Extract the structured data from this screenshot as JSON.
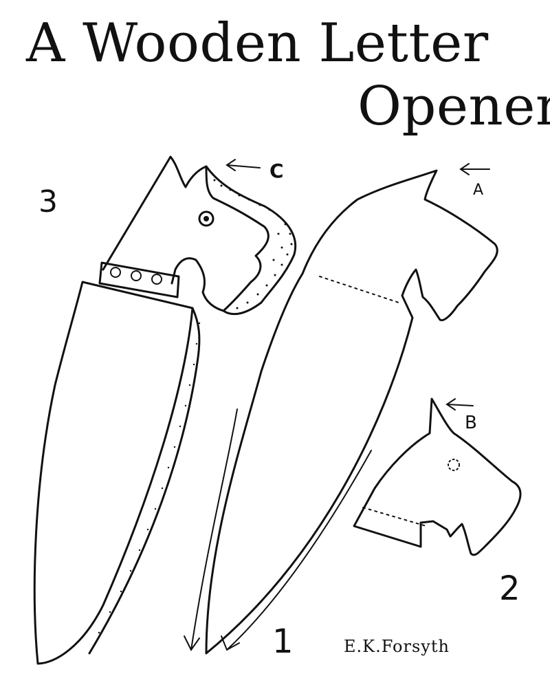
{
  "title": {
    "line1": "A Wooden Letter",
    "line2": "Opener"
  },
  "labels": {
    "figure_3": "3",
    "figure_1": "1",
    "figure_2": "2",
    "callout_a": "A",
    "callout_b": "B",
    "callout_c": "C"
  },
  "signature": "E.K.Forsyth"
}
